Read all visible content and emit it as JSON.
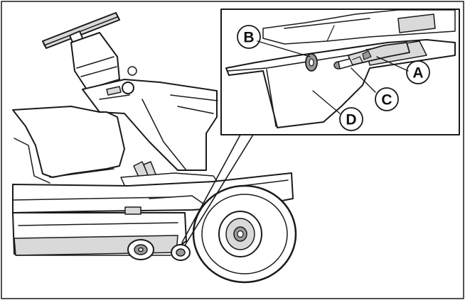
{
  "labels": {
    "a": "A",
    "b": "B",
    "c": "C",
    "d": "D"
  },
  "colors": {
    "line": "#1a1a1a",
    "shade_light": "#d9d9d9",
    "shade_dark": "#9a9a9a",
    "background": "#ffffff"
  }
}
